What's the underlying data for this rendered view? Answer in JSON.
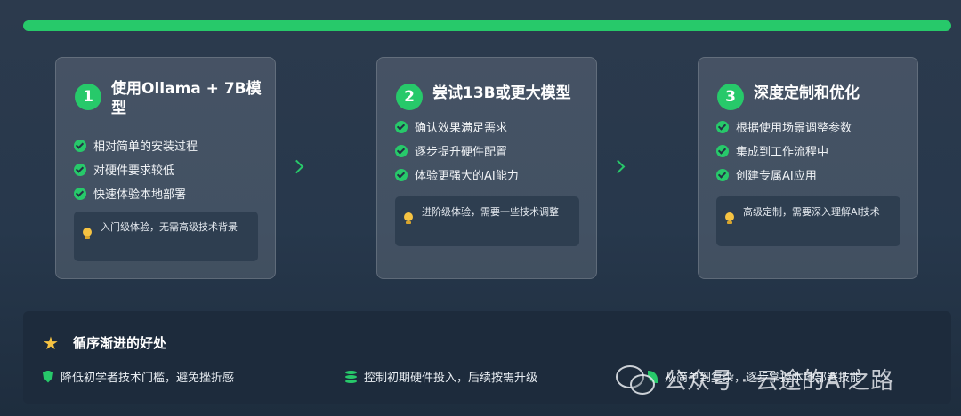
{
  "colors": {
    "accent": "#27c96a",
    "star": "#f6c342",
    "bulb": "#f6c342"
  },
  "steps": [
    {
      "number": "1",
      "title": "使用Ollama + 7B模型",
      "items": [
        "相对简单的安装过程",
        "对硬件要求较低",
        "快速体验本地部署"
      ],
      "tip": "入门级体验，无需高级技术背景"
    },
    {
      "number": "2",
      "title": "尝试13B或更大模型",
      "items": [
        "确认效果满足需求",
        "逐步提升硬件配置",
        "体验更强大的AI能力"
      ],
      "tip": "进阶级体验，需要一些技术调整"
    },
    {
      "number": "3",
      "title": "深度定制和优化",
      "items": [
        "根据使用场景调整参数",
        "集成到工作流程中",
        "创建专属AI应用"
      ],
      "tip": "高级定制，需要深入理解AI技术"
    }
  ],
  "benefits": {
    "title": "循序渐进的好处",
    "items": [
      {
        "text": "降低初学者技术门槛，避免挫折感",
        "icon": "shield-icon"
      },
      {
        "text": "控制初期硬件投入，后续按需升级",
        "icon": "coins-icon"
      },
      {
        "text": "从简单到复杂，逐步掌握本地部署技能",
        "icon": "leaf-icon"
      }
    ]
  },
  "watermark": {
    "text": "公众号 · 云途的AI之路"
  }
}
